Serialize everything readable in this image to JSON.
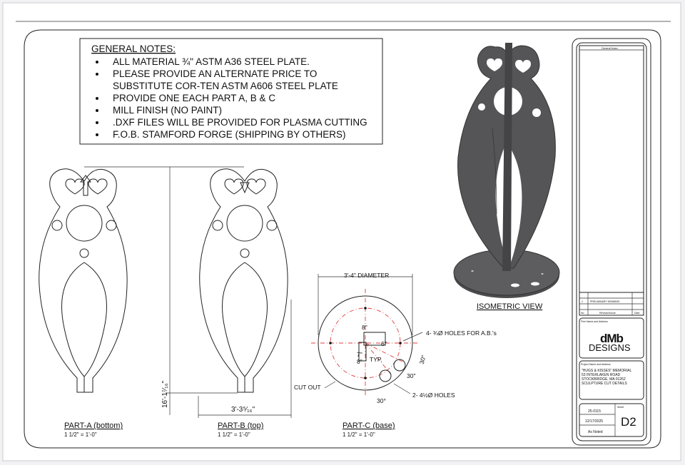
{
  "notes": {
    "title": "GENERAL NOTES:",
    "items": [
      "ALL MATERIAL ¾\" ASTM A36 STEEL PLATE.",
      "PLEASE PROVIDE AN ALTERNATE PRICE TO",
      "SUBSTITUTE COR-TEN ASTM A606 STEEL PLATE",
      "PROVIDE ONE EACH PART A, B & C",
      "MILL FINISH (NO PAINT)",
      ".DXF FILES WILL BE PROVIDED FOR PLASMA CUTTING",
      "F.O.B. STAMFORD FORGE (SHIPPING BY OTHERS)"
    ]
  },
  "parts": {
    "a": {
      "label": "PART-A (bottom)",
      "scale": "1 1/2\" = 1'-0\""
    },
    "b": {
      "label": "PART-B (top)",
      "scale": "1 1/2\" = 1'-0\"",
      "width_dim": "3'-3⁵⁄₁₆\"",
      "height_dim": "16'-1⁷⁄₁₆\""
    },
    "c": {
      "label": "PART-C (base)",
      "scale": "1 1/2\" = 1'-0\"",
      "diameter": "3'-4\" DIAMETER",
      "holes_ab": "4- ¾Ø HOLES FOR A.B.'s",
      "holes_large": "2- 4½Ø HOLES",
      "cut_out": "CUT OUT",
      "typ": "TYP.",
      "dim_8a": "8\"",
      "dim_8b": "8\"",
      "dim_6": "6\"",
      "dim_7": "7\"",
      "dim_30a": "30°",
      "dim_30b": "30\"",
      "dim_30c": "30°"
    }
  },
  "isometric": {
    "label": "ISOMETRIC VIEW"
  },
  "title_block": {
    "header": "General Notes",
    "rev_rows": [
      "1",
      "PRELIMINARY DRAWING"
    ],
    "rev_cols": [
      "No.",
      "Revision/Issue",
      "Date"
    ],
    "firm_caption": "Firm Name and Address",
    "logo_top": "dMb",
    "logo_bottom": "DESIGNS",
    "project_caption": "Project Name and Address",
    "project_lines": [
      "\"HUGS & KISSES\" MEMORIAL",
      "53 INTERLAKEN ROAD",
      "STOCKBRIDGE, MA 01262",
      "SCULPTURE CUT DETAILS"
    ],
    "project_no": "25-0115",
    "date": "12/17/2025",
    "scale": "As Noted",
    "sheet_caption": "Sheet",
    "sheet": "D2"
  },
  "colors": {
    "steel": "#555557",
    "centerline": "#e04040"
  }
}
